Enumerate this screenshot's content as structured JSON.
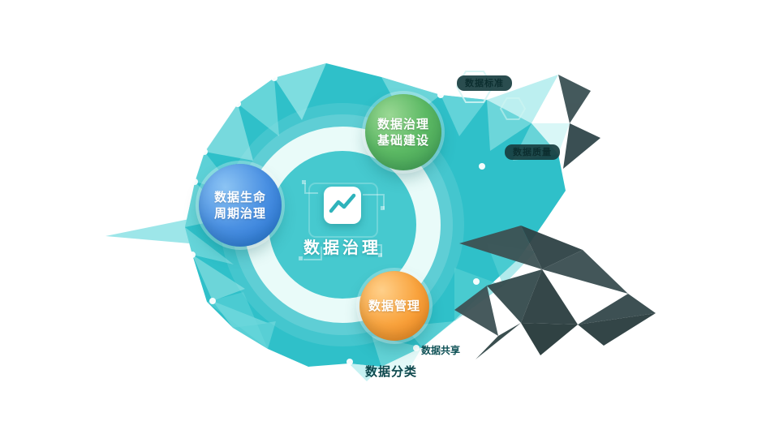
{
  "center": {
    "label": "数据治理",
    "icon": "trend-chart-icon"
  },
  "nodes": [
    {
      "id": "governance-foundation",
      "lines": [
        "数据治理",
        "基础建设"
      ],
      "color": "#4caf50"
    },
    {
      "id": "lifecycle-governance",
      "lines": [
        "数据生命",
        "周期治理"
      ],
      "color": "#2b7de0"
    },
    {
      "id": "data-management",
      "lines": [
        "数据管理"
      ],
      "color": "#f5831f"
    }
  ],
  "satellites": {
    "pill_top": {
      "label": "数据标准"
    },
    "pill_mid": {
      "label": "数据质量"
    },
    "label_share": {
      "label": "数据共享"
    },
    "label_classify": {
      "label": "数据分类"
    }
  },
  "palette": {
    "blob": "#2fc0c9",
    "facet_light": "#9fe8e9",
    "ring": "#e9fbf9",
    "inner_disc": "#46c9cf",
    "dark_polygon": "#34494c",
    "green": "#4caf50",
    "blue": "#2b7de0",
    "orange": "#f5831f",
    "dot": "#ffffff"
  }
}
